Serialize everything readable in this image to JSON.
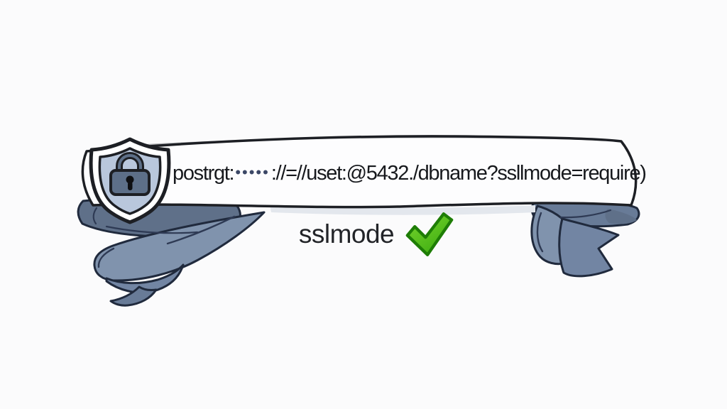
{
  "illustration": {
    "banner": {
      "connection_string_prefix": "postrgt:",
      "connection_string_masked": "•••••",
      "connection_string_suffix": "://=//uset:@5432./dbname?ssllmode=require)"
    },
    "caption": {
      "label": "sslmode",
      "status_icon": "green-check-icon"
    },
    "icons": {
      "shield": "shield-lock-icon",
      "check": "green-check-icon"
    },
    "colors": {
      "background": "#fbfbfc",
      "banner_fill": "#fdfdfe",
      "banner_shadow": "#e3e7ed",
      "ink": "#1d1f24",
      "ink_navy": "#202a3d",
      "crease": "#2e3a54",
      "ribbon": "#8093ad",
      "ribbon_mid": "#7285a3",
      "ribbon_dark": "#5f7089",
      "ribbon_fold": "#687b97",
      "shield_outer": "#ffffff",
      "shield_inner": "#b9c7dc",
      "lock_body": "#5d6f88",
      "keyhole": "#0e0f12",
      "masked_dots": "#3b4766",
      "text": "#17191d",
      "check_light": "#79d62e",
      "check_main": "#3fae12",
      "check_dark": "#1e7d06"
    }
  }
}
